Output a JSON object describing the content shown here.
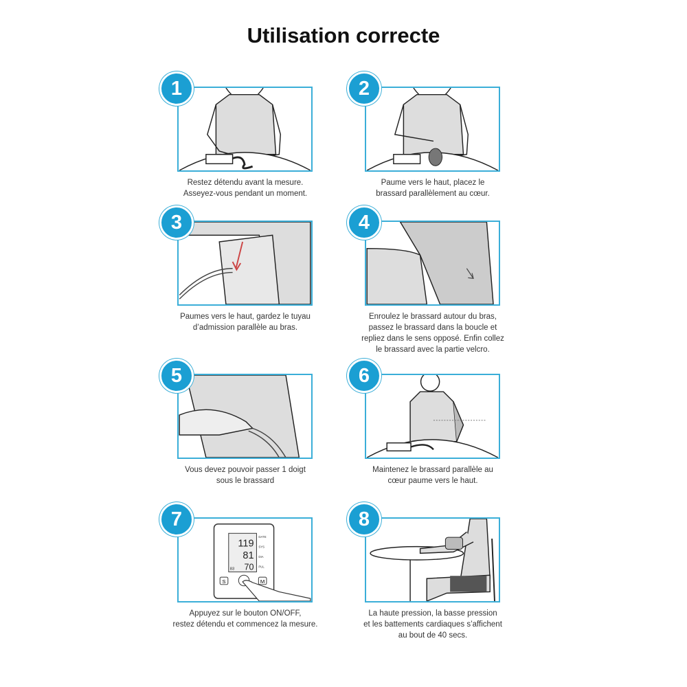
{
  "title": "Utilisation correcte",
  "accent_color": "#1b9fd3",
  "steps": [
    {
      "number": "1",
      "caption": [
        "Restez détendu avant la mesure.",
        "Asseyez-vous pendant un moment."
      ]
    },
    {
      "number": "2",
      "caption": [
        "Paume vers le haut, placez le",
        "brassard parallèlement au cœur."
      ]
    },
    {
      "number": "3",
      "caption": [
        "Paumes vers le haut, gardez le tuyau",
        "d’admission parallèle au bras."
      ]
    },
    {
      "number": "4",
      "caption": [
        "Enroulez le brassard autour du bras,",
        "passez le brassard dans la boucle et",
        "repliez dans le sens opposé. Enfin collez",
        "le brassard avec la partie velcro."
      ]
    },
    {
      "number": "5",
      "caption": [
        "Vous devez pouvoir passer 1 doigt",
        "sous le brassard"
      ]
    },
    {
      "number": "6",
      "caption": [
        "Maintenez le brassard parallèle au",
        "cœur paume vers le haut."
      ]
    },
    {
      "number": "7",
      "caption": [
        "Appuyez sur le bouton ON/OFF,",
        "restez détendu et commencez la mesure."
      ]
    },
    {
      "number": "8",
      "caption": [
        "La haute pression, la basse pression",
        "et les battements cardiaques s’affichent",
        "au bout de 40 secs."
      ]
    }
  ],
  "device": {
    "sys": "119",
    "dia": "81",
    "pul": "70",
    "mem": "83",
    "label_date": "DATE",
    "label_sys": "SYS",
    "label_dia": "DIA",
    "label_pul": "PUL",
    "btn_s": "S",
    "btn_m": "M"
  }
}
